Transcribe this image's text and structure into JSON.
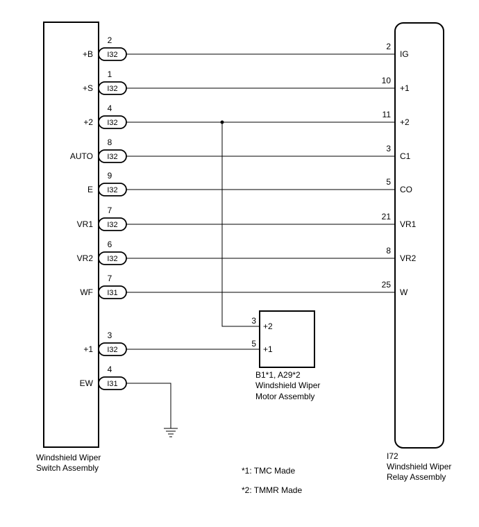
{
  "switch_assembly": {
    "label_line1": "Windshield Wiper",
    "label_line2": "Switch Assembly",
    "terminals": [
      {
        "name": "+B",
        "pin": "2",
        "connector": "I32"
      },
      {
        "name": "+S",
        "pin": "1",
        "connector": "I32"
      },
      {
        "name": "+2",
        "pin": "4",
        "connector": "I32"
      },
      {
        "name": "AUTO",
        "pin": "8",
        "connector": "I32"
      },
      {
        "name": "E",
        "pin": "9",
        "connector": "I32"
      },
      {
        "name": "VR1",
        "pin": "7",
        "connector": "I32"
      },
      {
        "name": "VR2",
        "pin": "6",
        "connector": "I32"
      },
      {
        "name": "WF",
        "pin": "7",
        "connector": "I31"
      },
      {
        "name": "+1",
        "pin": "3",
        "connector": "I32"
      },
      {
        "name": "EW",
        "pin": "4",
        "connector": "I31"
      }
    ]
  },
  "relay_assembly": {
    "connector": "I72",
    "label_line1": "Windshield Wiper",
    "label_line2": "Relay Assembly",
    "terminals": [
      {
        "name": "IG",
        "pin": "2"
      },
      {
        "name": "+1",
        "pin": "10"
      },
      {
        "name": "+2",
        "pin": "11"
      },
      {
        "name": "C1",
        "pin": "3"
      },
      {
        "name": "CO",
        "pin": "5"
      },
      {
        "name": "VR1",
        "pin": "21"
      },
      {
        "name": "VR2",
        "pin": "8"
      },
      {
        "name": "W",
        "pin": "25"
      }
    ]
  },
  "motor_assembly": {
    "label_line1": "B1*1, A29*2",
    "label_line2": "Windshield Wiper",
    "label_line3": "Motor Assembly",
    "terminals": [
      {
        "name": "+2",
        "pin": "3"
      },
      {
        "name": "+1",
        "pin": "5"
      }
    ]
  },
  "notes": [
    "*1: TMC Made",
    "*2: TMMR Made"
  ]
}
